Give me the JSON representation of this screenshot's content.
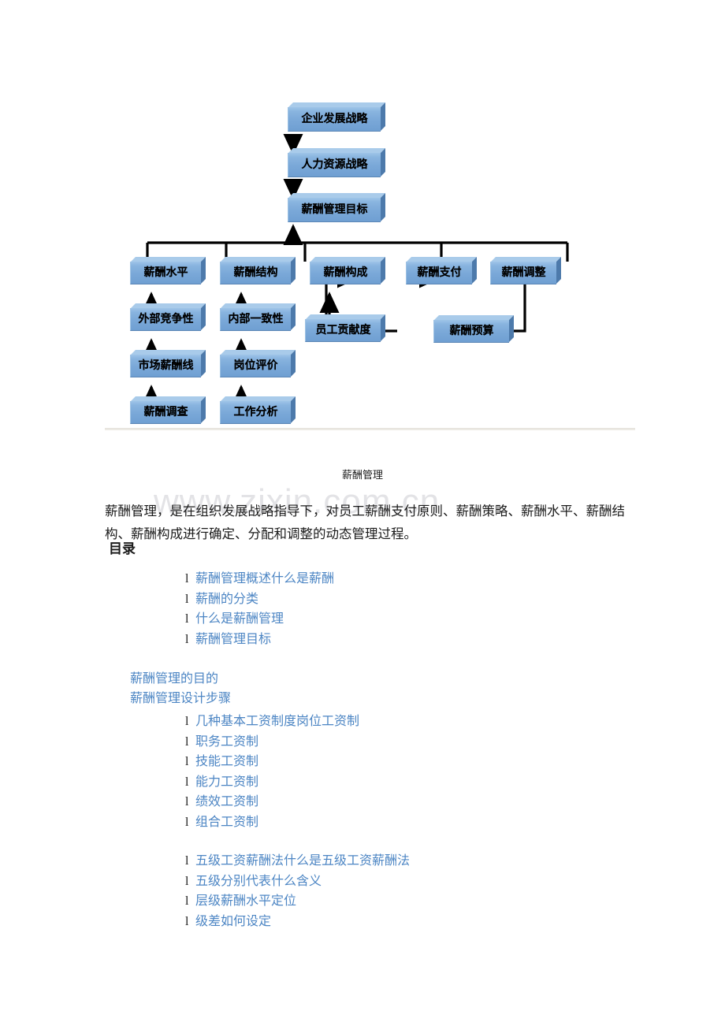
{
  "watermark": {
    "text": "www.zixin.com.cn"
  },
  "diagram": {
    "name": "salary-management-framework-diagram",
    "nodes": {
      "enterprise_strategy": "企业发展战略",
      "hr_strategy": "人力资源战略",
      "salary_goal": "薪酬管理目标",
      "salary_level": "薪酬水平",
      "salary_structure": "薪酬结构",
      "salary_composition": "薪酬构成",
      "salary_payment": "薪酬支付",
      "salary_adjustment": "薪酬调整",
      "external_competitiveness": "外部竞争性",
      "internal_consistency": "内部一致性",
      "employee_contribution": "员工贡献度",
      "salary_budget": "薪酬预算",
      "market_salary_line": "市场薪酬线",
      "job_evaluation": "岗位评价",
      "salary_survey": "薪酬调查",
      "job_analysis": "工作分析"
    }
  },
  "caption": {
    "text": "薪酬管理"
  },
  "intro": {
    "text": "薪酬管理，是在组织发展战略指导下，对员工薪酬支付原则、薪酬策略、薪酬水平、薪酬结构、薪酬构成进行确定、分配和调整的动态管理过程。"
  },
  "toc": {
    "heading": "目录",
    "bullet": "l",
    "group1": [
      "薪酬管理概述什么是薪酬",
      "薪酬的分类",
      "什么是薪酬管理",
      "薪酬管理目标"
    ],
    "plain_links": [
      "薪酬管理的目的",
      "薪酬管理设计步骤"
    ],
    "group2": [
      "几种基本工资制度岗位工资制",
      "职务工资制",
      "技能工资制",
      "能力工资制",
      "绩效工资制",
      "组合工资制"
    ],
    "group3": [
      "五级工资薪酬法什么是五级工资薪酬法",
      "五级分别代表什么含义",
      "层级薪酬水平定位",
      "级差如何设定"
    ]
  },
  "colors": {
    "box_fill": "#7aa8d8",
    "box_top": "#a9cbea",
    "box_side": "#4d7aab",
    "link_blue": "#4d86c4",
    "watermark_gray": "#e3e3e6",
    "connector": "#000000"
  }
}
